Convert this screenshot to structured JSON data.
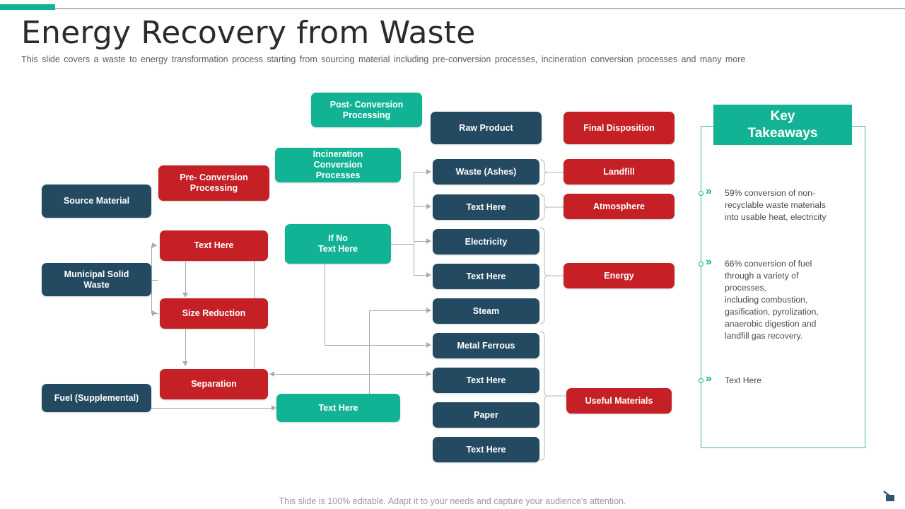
{
  "header": {
    "title": "Energy Recovery from Waste",
    "subtitle": "This slide covers a waste to energy transformation process starting from sourcing material including pre-conversion  processes, incineration conversion processes and many more"
  },
  "diagram": {
    "column_headers": {
      "pre_conversion": "Pre- Conversion\nProcessing",
      "post_conversion": "Post- Conversion\nProcessing",
      "raw_product": "Raw Product",
      "final_disposition": "Final Disposition"
    },
    "sources": [
      {
        "label": "Source Material"
      },
      {
        "label": "Municipal Solid\nWaste"
      },
      {
        "label": "Fuel (Supplemental)"
      }
    ],
    "pre_conversion_steps": [
      {
        "label": "Text Here"
      },
      {
        "label": "Size Reduction"
      },
      {
        "label": "Separation"
      }
    ],
    "conversion_steps": [
      {
        "label": "Incineration\nConversion\nProcesses"
      },
      {
        "label": "If No\nText Here"
      },
      {
        "label": "Text Here"
      }
    ],
    "raw_products": [
      {
        "label": "Waste (Ashes)"
      },
      {
        "label": "Text Here"
      },
      {
        "label": "Electricity"
      },
      {
        "label": "Text Here"
      },
      {
        "label": "Steam"
      },
      {
        "label": "Metal Ferrous"
      },
      {
        "label": "Text Here"
      },
      {
        "label": "Paper"
      },
      {
        "label": "Text Here"
      }
    ],
    "final_dispositions": [
      {
        "label": "Landfill"
      },
      {
        "label": "Atmosphere"
      },
      {
        "label": "Energy"
      },
      {
        "label": "Useful Materials"
      }
    ]
  },
  "key_takeaways": {
    "heading": "Key\nTakeaways",
    "items": [
      {
        "text": "59% conversion of non-\nrecyclable waste materials\ninto usable heat, electricity"
      },
      {
        "text": "66% conversion of fuel\nthrough a variety of\nprocesses,\nincluding combustion,\ngasification, pyrolization,\nanaerobic digestion and\nlandfill gas recovery."
      },
      {
        "text": "Text Here"
      }
    ],
    "bullet_glyph": "»"
  },
  "footer": {
    "note": "This slide is 100% editable. Adapt it to your needs and capture your audience's attention."
  },
  "colors": {
    "navy": "#234a61",
    "red": "#c42026",
    "teal": "#12b394",
    "connector": "#a9adb0",
    "frame": "#37b6ab"
  }
}
